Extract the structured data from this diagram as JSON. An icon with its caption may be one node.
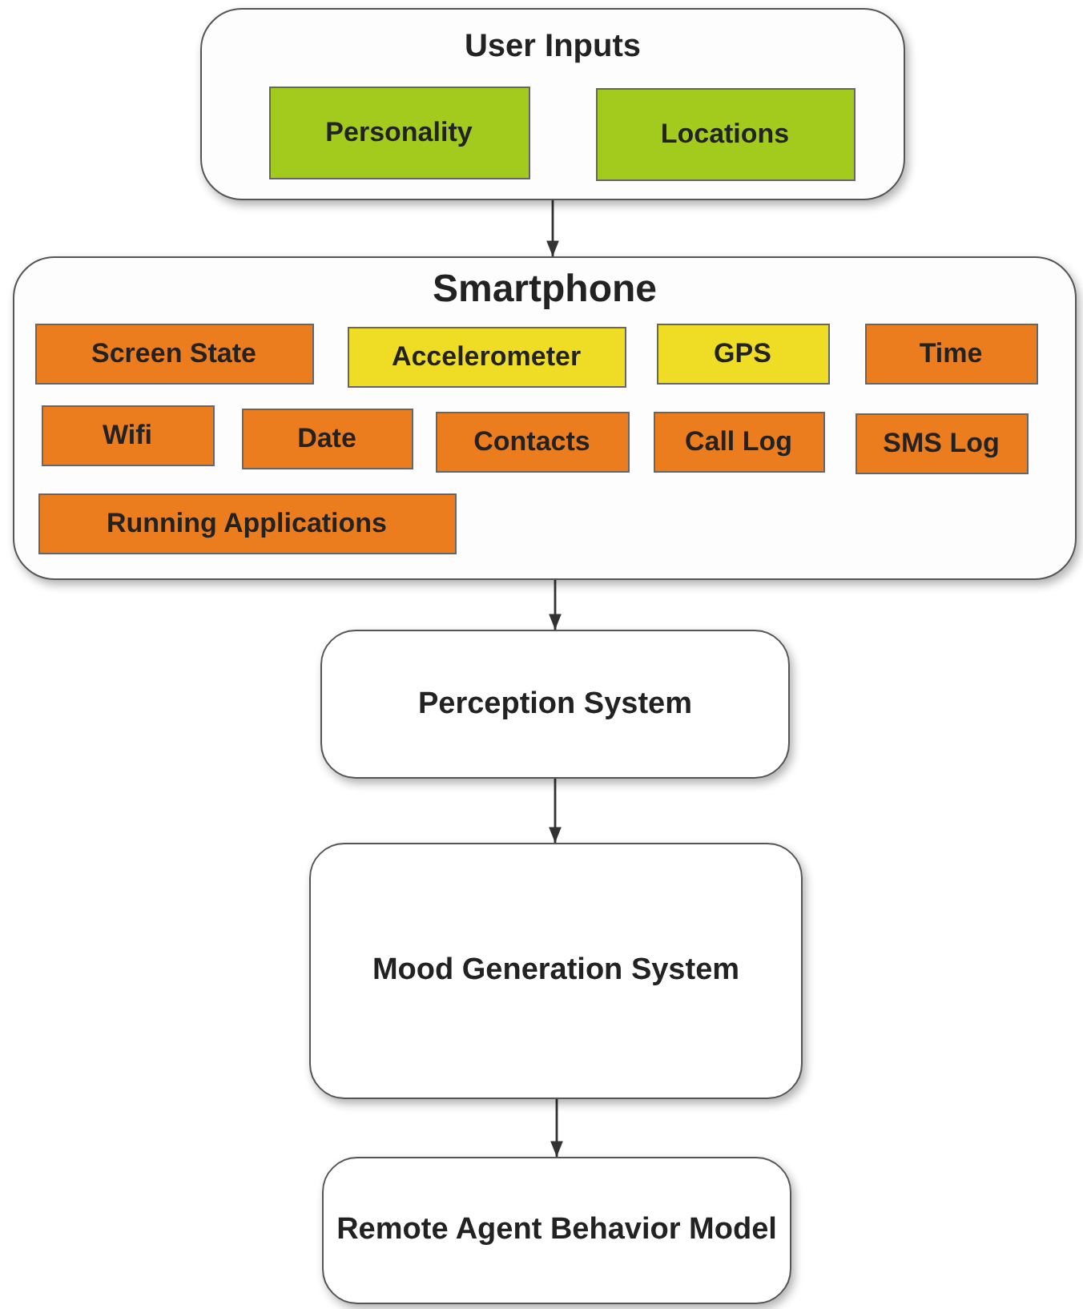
{
  "diagram": {
    "nodes": [
      {
        "text": [
          "User Inputs"
        ]
      },
      {
        "text": [
          "Personality"
        ],
        "in": 0
      },
      {
        "text": [
          "Locations"
        ],
        "in": 0
      },
      {
        "text": [
          "Smartphone"
        ]
      },
      {
        "text": [
          "Screen State"
        ],
        "in": 3
      },
      {
        "text": [
          "Accelerometer"
        ],
        "in": 3
      },
      {
        "text": [
          "GPS"
        ],
        "in": 3
      },
      {
        "text": [
          "Time"
        ],
        "in": 3
      },
      {
        "text": [
          "Wifi"
        ],
        "in": 3
      },
      {
        "text": [
          "Date"
        ],
        "in": 3
      },
      {
        "text": [
          "Contacts"
        ],
        "in": 3
      },
      {
        "text": [
          "Call Log"
        ],
        "in": 3
      },
      {
        "text": [
          "SMS Log"
        ],
        "in": 3
      },
      {
        "text": [
          "Running Applications"
        ],
        "in": 3
      },
      {
        "text": [
          "Perception System"
        ]
      },
      {
        "text": [
          "Mood Generation System"
        ]
      },
      {
        "text": [
          "Remote Agent Behavior Model"
        ]
      }
    ],
    "edges": [
      {
        "from": 0,
        "to": 3,
        "arrow": "to"
      },
      {
        "from": 3,
        "to": 14,
        "arrow": "to"
      },
      {
        "from": 14,
        "to": 15,
        "arrow": "to"
      },
      {
        "from": 15,
        "to": 16,
        "arrow": "to"
      }
    ]
  }
}
